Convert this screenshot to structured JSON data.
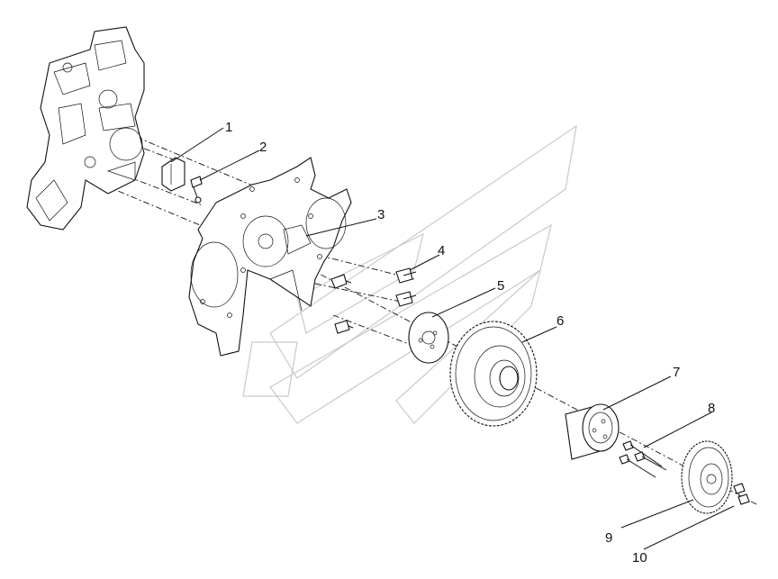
{
  "diagram": {
    "callouts": [
      {
        "label": "1"
      },
      {
        "label": "2"
      },
      {
        "label": "3"
      },
      {
        "label": "4"
      },
      {
        "label": "5"
      },
      {
        "label": "6"
      },
      {
        "label": "7"
      },
      {
        "label": "8"
      },
      {
        "label": "9"
      },
      {
        "label": "10"
      }
    ]
  }
}
